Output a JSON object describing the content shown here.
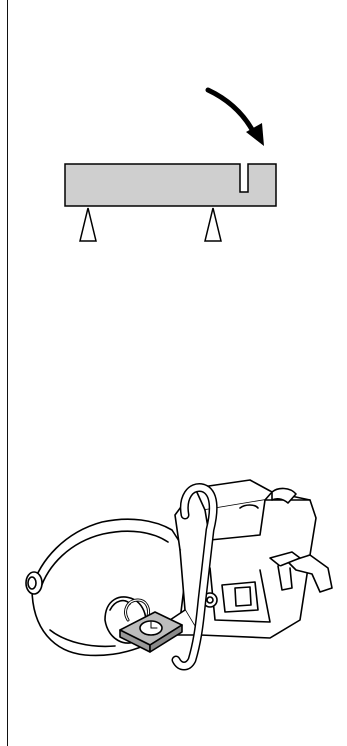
{
  "figures": [
    {
      "id": "support-cut-diagram",
      "icons": [
        "curved-arrow-icon",
        "workpiece-bar",
        "support-triangle-icon",
        "support-triangle-icon"
      ]
    },
    {
      "id": "power-cutter-illustration",
      "icons": [
        "power-cutter",
        "padlock-icon",
        "blade-guard",
        "handle-bar"
      ]
    }
  ],
  "colors": {
    "workpiece_fill": "#cfcfcf",
    "stroke": "#000000",
    "background": "#ffffff",
    "padlock_fill": "#bdbdbd"
  }
}
